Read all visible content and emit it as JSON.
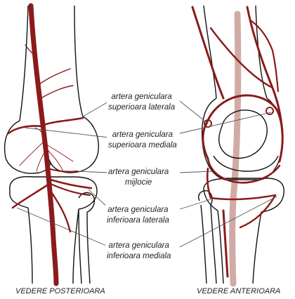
{
  "colors": {
    "artery": "#8b1a1a",
    "artery_behind": "#d2aaa5",
    "bone_outline": "#111111",
    "leader_line": "#555555",
    "background": "#ffffff"
  },
  "labels": [
    {
      "line1": "artera geniculara",
      "line2": "superioara laterala"
    },
    {
      "line1": "artera geniculara",
      "line2": "superioara mediala"
    },
    {
      "line1": "artera geniculara",
      "line2": "mijlocie"
    },
    {
      "line1": "artera geniculara",
      "line2": "inferioara laterala"
    },
    {
      "line1": "artera geniculara",
      "line2": "inferioara mediala"
    }
  ],
  "captions": {
    "posterior": "VEDERE POSTERIOARA",
    "anterior": "VEDERE ANTERIOARA"
  }
}
